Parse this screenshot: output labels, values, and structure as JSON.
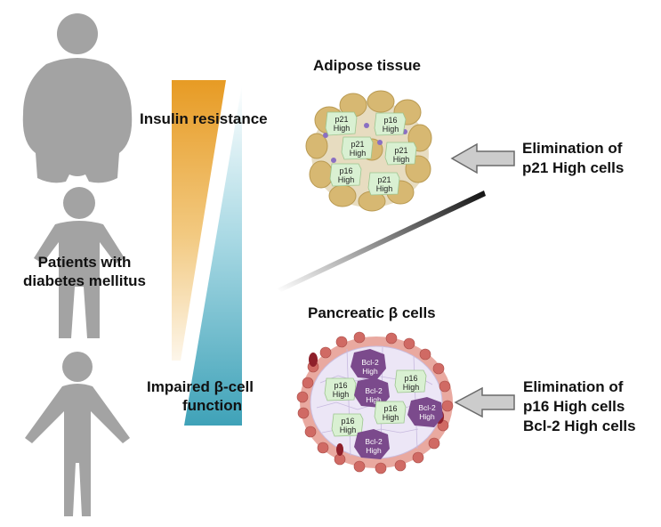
{
  "adipose": {
    "title": "Adipose tissue",
    "cell_labels": [
      {
        "name": "p21",
        "level": "High"
      },
      {
        "name": "p16",
        "level": "High"
      },
      {
        "name": "p21",
        "level": "High"
      },
      {
        "name": "p21",
        "level": "High"
      },
      {
        "name": "p16",
        "level": "High"
      },
      {
        "name": "p21",
        "level": "High"
      }
    ]
  },
  "pancreas": {
    "title": "Pancreatic β cells",
    "cell_labels": [
      {
        "name": "Bcl-2",
        "level": "High",
        "kind": "bcl2"
      },
      {
        "name": "p16",
        "level": "High",
        "kind": "p16"
      },
      {
        "name": "Bcl-2",
        "level": "High",
        "kind": "bcl2"
      },
      {
        "name": "p16",
        "level": "High",
        "kind": "p16"
      },
      {
        "name": "p16",
        "level": "High",
        "kind": "p16"
      },
      {
        "name": "Bcl-2",
        "level": "High",
        "kind": "bcl2"
      },
      {
        "name": "p16",
        "level": "High",
        "kind": "p16"
      },
      {
        "name": "Bcl-2",
        "level": "High",
        "kind": "bcl2"
      }
    ]
  },
  "gradient_labels": {
    "insulin": "Insulin resistance",
    "impaired_line1": "Impaired β-cell",
    "impaired_line2": "function"
  },
  "patients": {
    "line1": "Patients with",
    "line2": "diabetes mellitus"
  },
  "elimination_adipose": {
    "line1": "Elimination of",
    "line2": "p21 High cells"
  },
  "elimination_pancreas": {
    "line1": "Elimination of",
    "line2": "p16 High cells",
    "line3": "Bcl-2 High cells"
  },
  "colors": {
    "figure_gray": "#a0a0a0",
    "insulin_orange": "#e9a02a",
    "impaired_teal": "#4aa9c0",
    "arrow_gray": "#c8c8c8",
    "p21_p16_cell": "#d9f0d2",
    "bcl2_cell": "#7b4a8c",
    "adipocyte": "#d9bd7a"
  },
  "icons": [
    "obese-figure-icon",
    "average-figure-icon",
    "thin-figure-icon",
    "left-arrow-icon"
  ]
}
